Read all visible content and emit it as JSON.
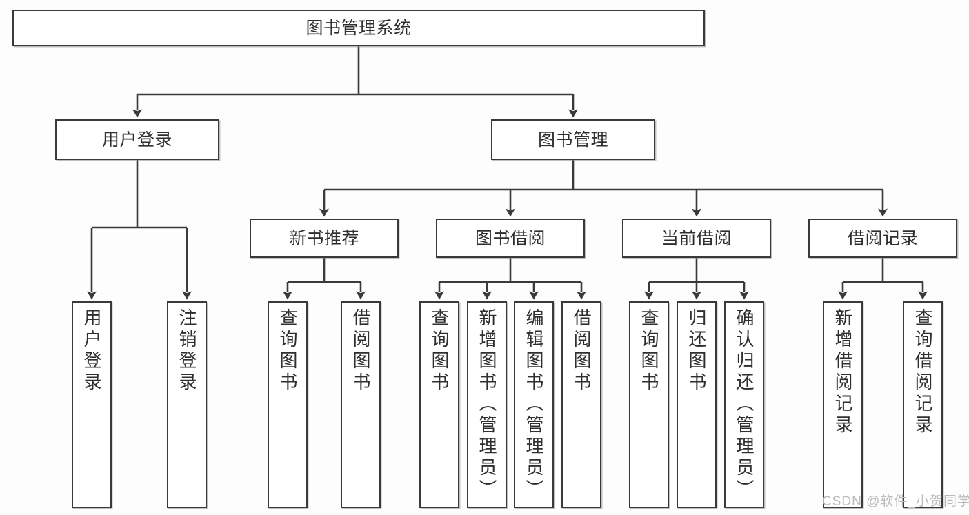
{
  "diagram": {
    "title": "图书管理系统",
    "type": "tree-hierarchy-chart",
    "watermark": "CSDN @软件_小贺同学",
    "colors": {
      "stroke": "#3a3a3a",
      "text": "#2f2f2f",
      "background": "#ffffff",
      "watermark": "#b9b9b9"
    },
    "root": {
      "label": "图书管理系统"
    },
    "level2": [
      {
        "label": "用户登录"
      },
      {
        "label": "图书管理"
      }
    ],
    "level3": [
      {
        "label": "新书推荐"
      },
      {
        "label": "图书借阅"
      },
      {
        "label": "当前借阅"
      },
      {
        "label": "借阅记录"
      }
    ],
    "leaves": {
      "user_login": [
        {
          "label": "用户登录"
        },
        {
          "label": "注销登录"
        }
      ],
      "new_book_recommend": [
        {
          "label": "查询图书"
        },
        {
          "label": "借阅图书"
        }
      ],
      "book_borrow": [
        {
          "label": "查询图书"
        },
        {
          "label": "新增图书（管理员）"
        },
        {
          "label": "编辑图书（管理员）"
        },
        {
          "label": "借阅图书"
        }
      ],
      "current_borrow": [
        {
          "label": "查询图书"
        },
        {
          "label": "归还图书"
        },
        {
          "label": "确认归还（管理员）"
        }
      ],
      "borrow_record": [
        {
          "label": "新增借阅记录"
        },
        {
          "label": "查询借阅记录"
        }
      ]
    }
  }
}
